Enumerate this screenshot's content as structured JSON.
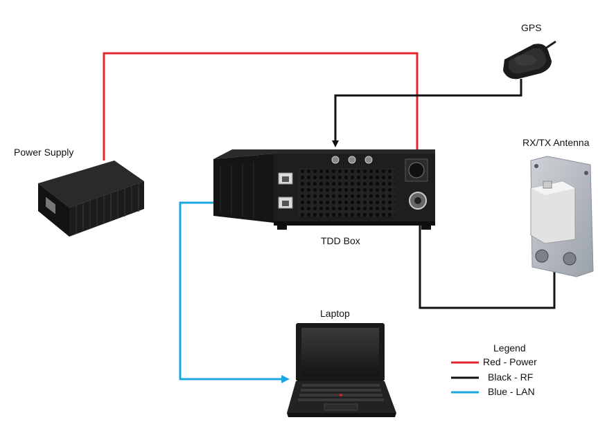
{
  "labels": {
    "gps": "GPS",
    "power_supply": "Power Supply",
    "antenna": "RX/TX Antenna",
    "tdd_box": "TDD Box",
    "laptop": "Laptop"
  },
  "legend": {
    "title": "Legend",
    "items": [
      {
        "label": "Red - Power",
        "color": "#e3262b"
      },
      {
        "label": "Black - RF",
        "color": "#111111"
      },
      {
        "label": "Blue - LAN",
        "color": "#1aa7e0"
      }
    ]
  },
  "colors": {
    "power": "#e3262b",
    "rf": "#111111",
    "lan": "#1aa7e0"
  },
  "icons": {
    "gps": "gps-receiver-icon",
    "power_supply": "power-supply-brick-icon",
    "antenna": "panel-antenna-icon",
    "tdd_box": "tdd-box-device-icon",
    "laptop": "laptop-icon"
  }
}
